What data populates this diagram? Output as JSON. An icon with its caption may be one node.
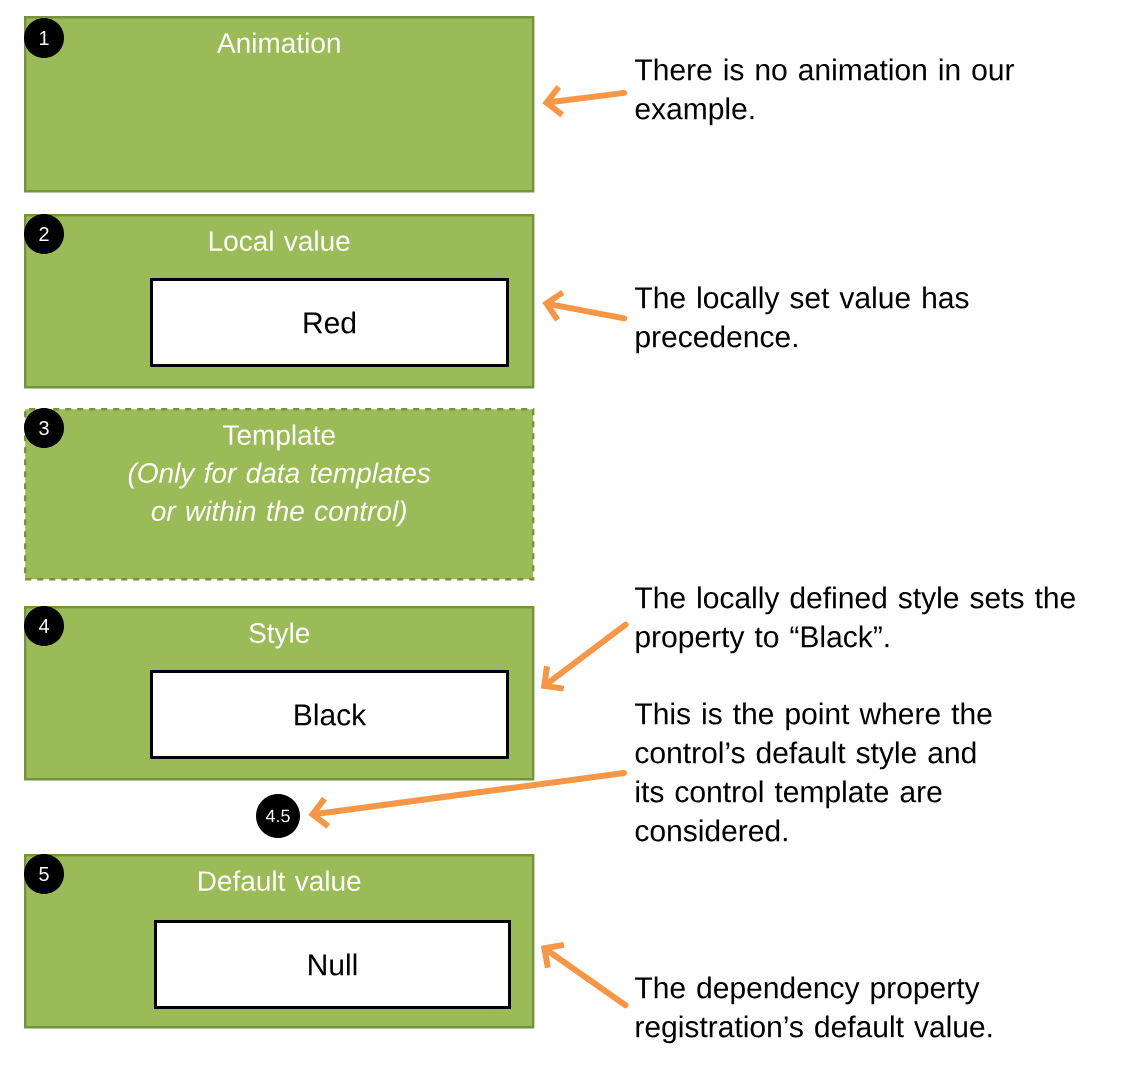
{
  "diagram": {
    "nodes": [
      {
        "text": [
          "Animation"
        ]
      },
      {
        "text": [
          "1"
        ],
        "in": 0
      },
      {
        "text": [
          "Local value"
        ]
      },
      {
        "text": [
          "2"
        ],
        "in": 2
      },
      {
        "text": [
          "Red"
        ],
        "in": 2
      },
      {
        "text": [
          "Template",
          "(Only for data templates or within the control)"
        ]
      },
      {
        "text": [
          "3"
        ],
        "in": 5
      },
      {
        "text": [
          "Style"
        ]
      },
      {
        "text": [
          "4"
        ],
        "in": 7
      },
      {
        "text": [
          "Black"
        ],
        "in": 7
      },
      {
        "text": [
          "4.5"
        ]
      },
      {
        "text": [
          "Default value"
        ]
      },
      {
        "text": [
          "5"
        ],
        "in": 11
      },
      {
        "text": [
          "Null"
        ],
        "in": 11
      },
      {
        "text": [
          "There is no animation in our example."
        ]
      },
      {
        "text": [
          "The locally set value has precedence."
        ]
      },
      {
        "text": [
          "The locally defined style sets the property to “Black”."
        ]
      },
      {
        "text": [
          "This is the point where the control’s default style and its control template are considered."
        ]
      },
      {
        "text": [
          "The dependency property registration’s default value."
        ]
      }
    ],
    "edges": [
      {
        "from": 14,
        "to": 0,
        "arrow": "to"
      },
      {
        "from": 15,
        "to": 2,
        "arrow": "to"
      },
      {
        "from": 16,
        "to": 7,
        "arrow": "to"
      },
      {
        "from": 17,
        "to": 10,
        "arrow": "to"
      },
      {
        "from": 18,
        "to": 11,
        "arrow": "to"
      }
    ]
  }
}
